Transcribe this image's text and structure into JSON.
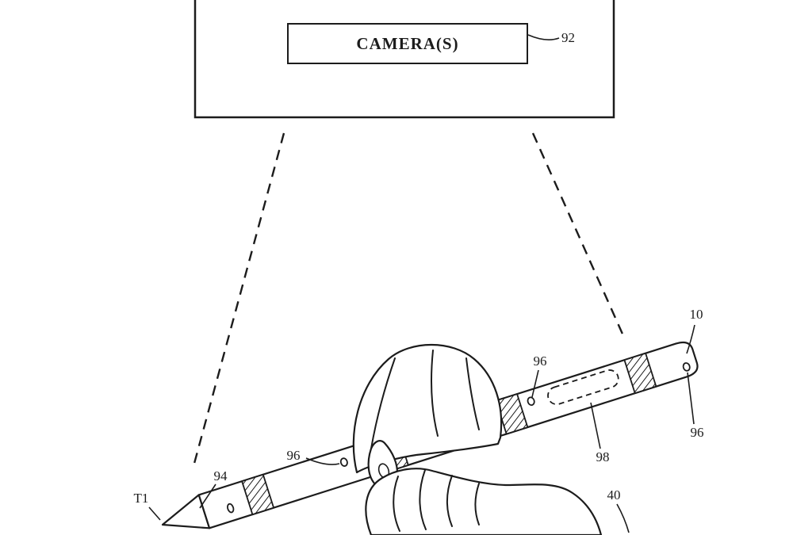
{
  "figure": {
    "type": "patent-line-drawing",
    "ink_color": "#1c1c1c",
    "background_color": "#ffffff",
    "camera_unit": {
      "label": "CAMERA(S)",
      "ref": "92"
    },
    "refs": {
      "stylus": "10",
      "marker_upper": "96",
      "marker_end": "96",
      "marker_lower": "96",
      "window": "98",
      "tip_section": "94",
      "tip_point": "T1",
      "hand": "40"
    }
  }
}
